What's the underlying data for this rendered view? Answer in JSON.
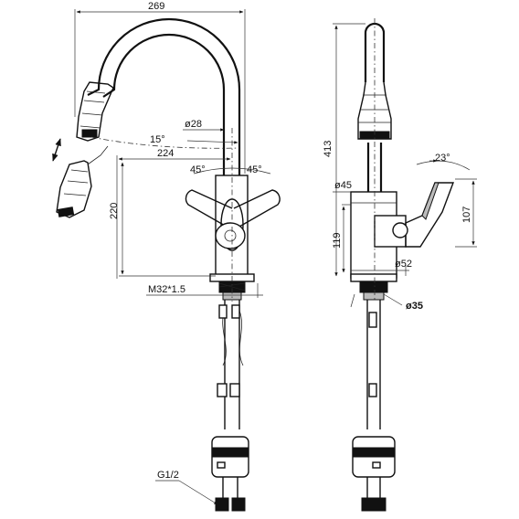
{
  "dimensions": {
    "width_269": "269",
    "diameter_28": "ø28",
    "angle_15": "15°",
    "length_224": "224",
    "angle_45_left": "45°",
    "angle_45_right": "45°",
    "height_220": "220",
    "thread_m32": "M32*1.5",
    "pipe_g12": "G1/2",
    "height_413": "413",
    "diameter_45": "ø45",
    "angle_23": "23°",
    "height_107": "107",
    "height_119": "119",
    "diameter_52": "ø52",
    "diameter_35": "ø35"
  }
}
